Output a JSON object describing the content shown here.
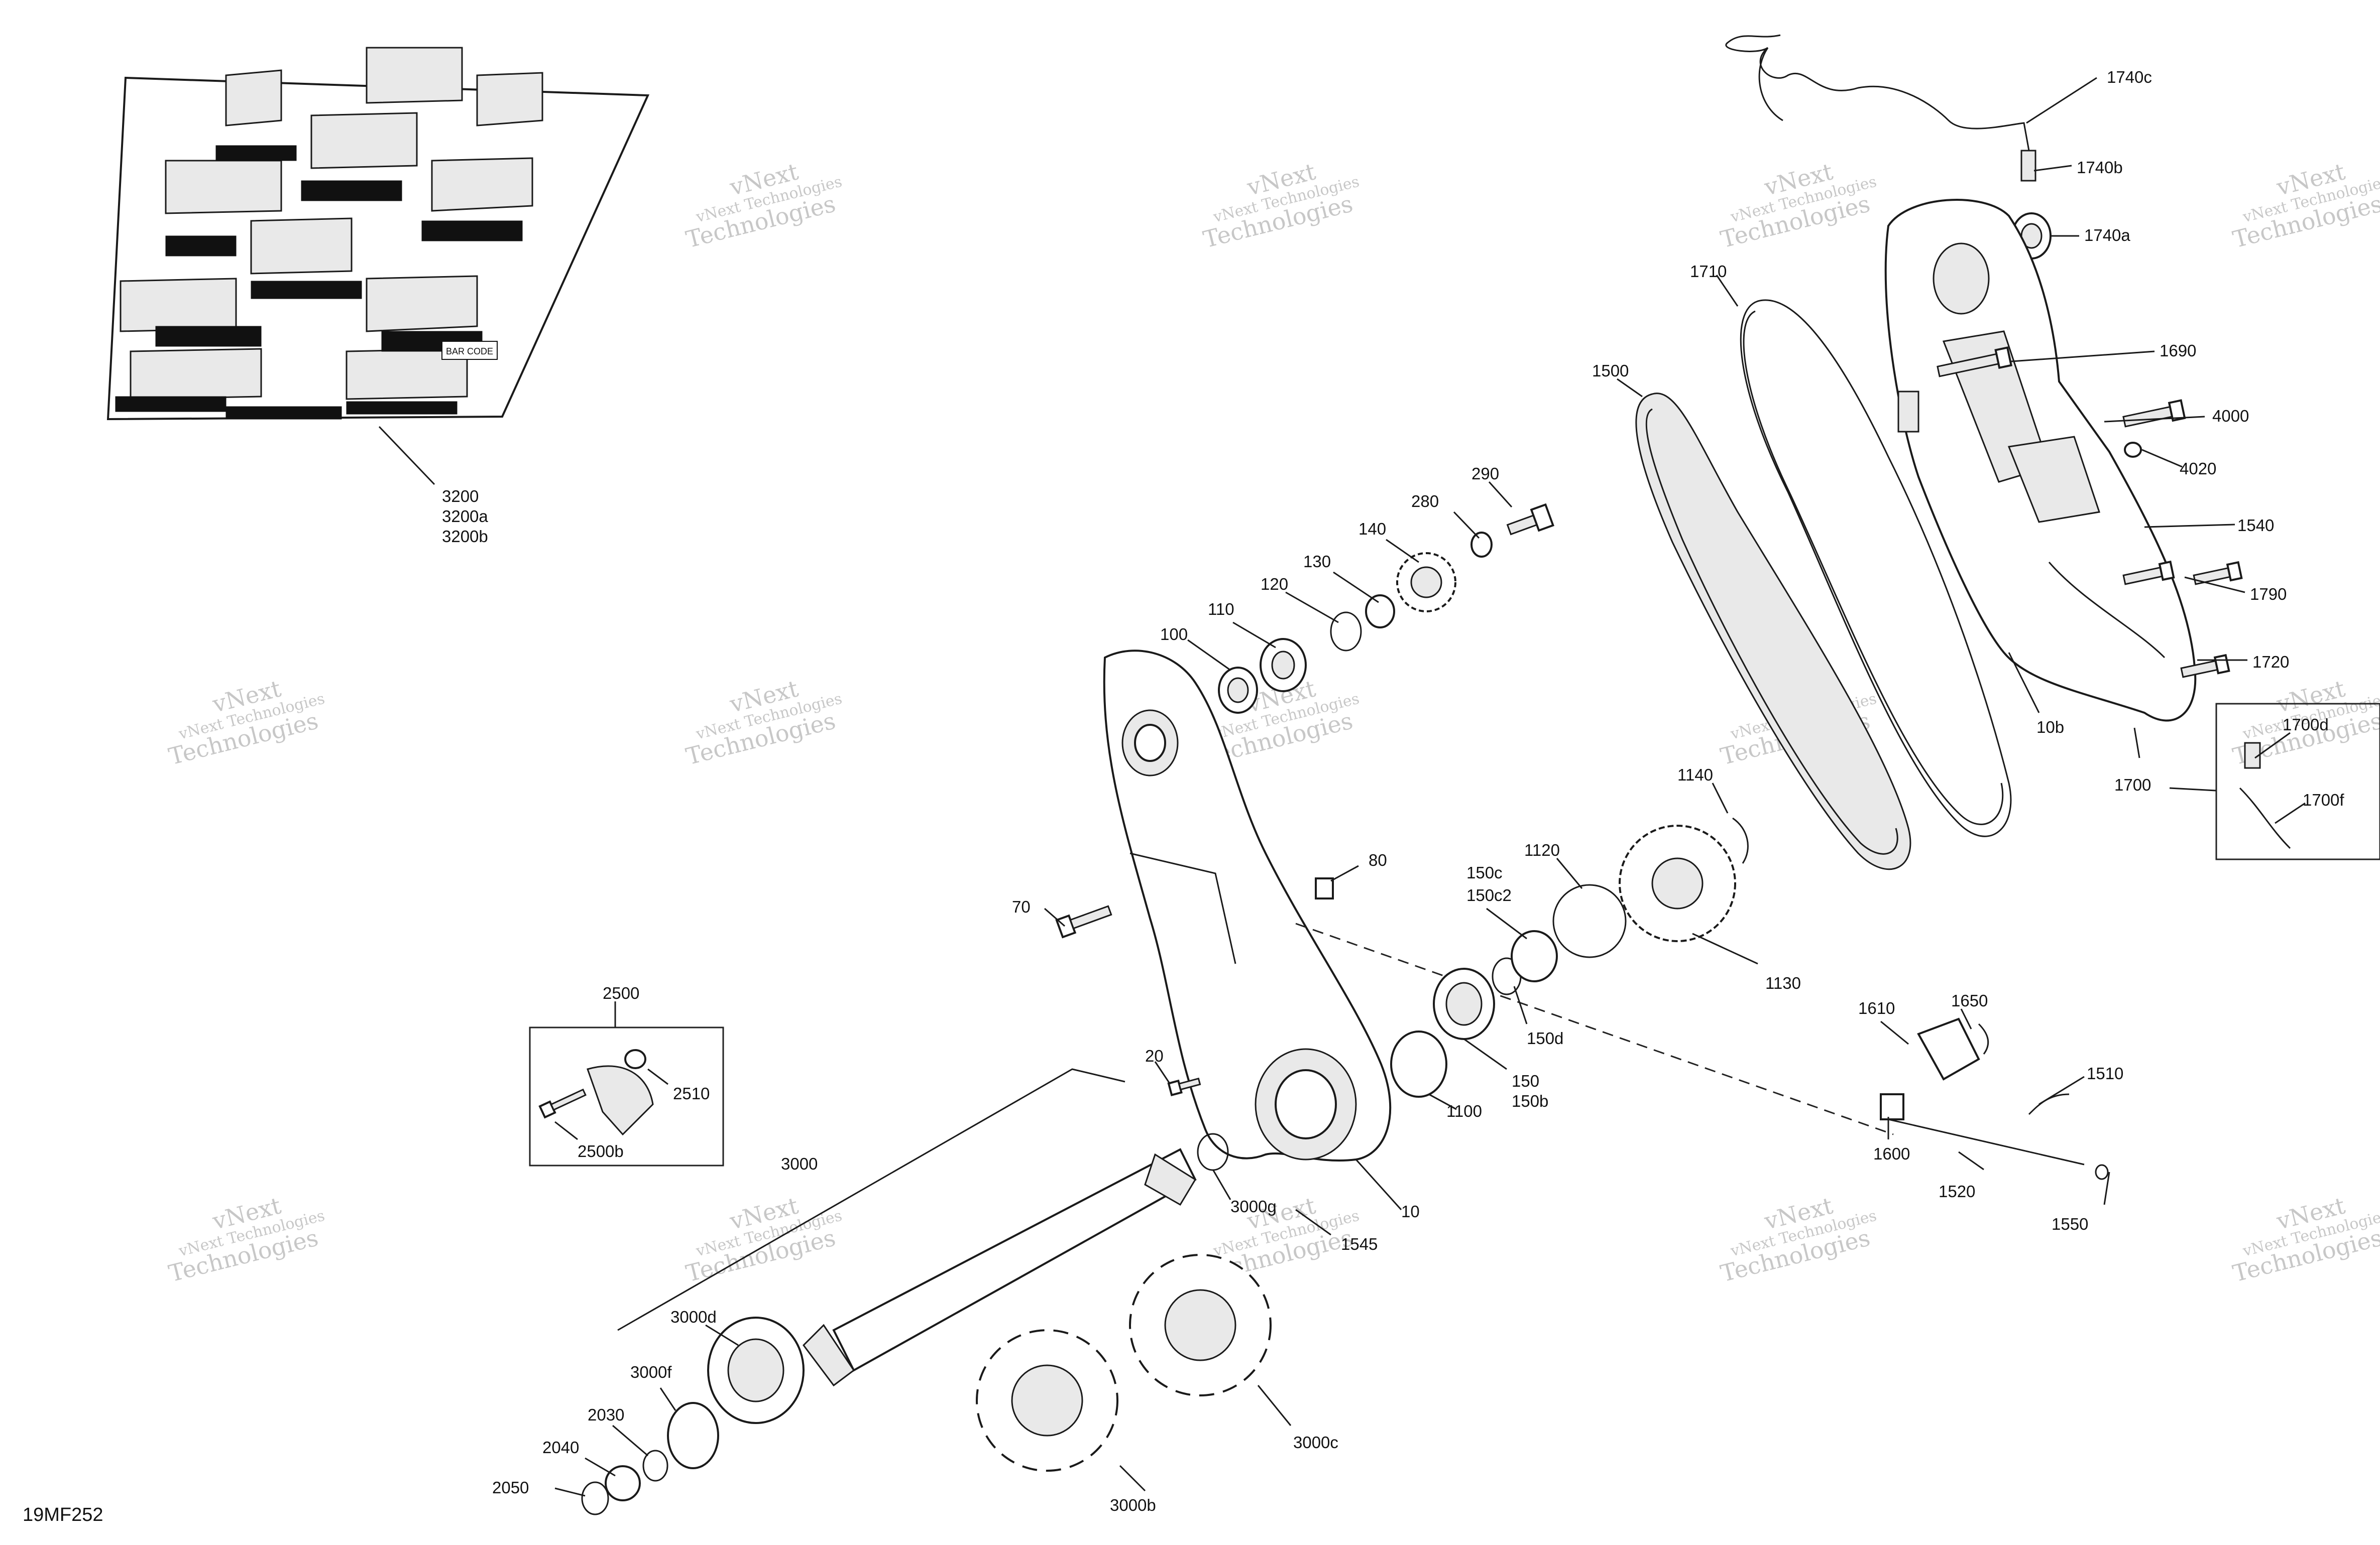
{
  "drawing_code": "19MF252",
  "watermark": {
    "line1": "vNext Technologies",
    "line2": "vNext",
    "line3": "Technologies"
  },
  "track_markings": {
    "bar_code": "BAR CODE"
  },
  "part_labels": [
    {
      "id": "l3200",
      "text": "3200"
    },
    {
      "id": "l3200a",
      "text": "3200a"
    },
    {
      "id": "l3200b",
      "text": "3200b"
    },
    {
      "id": "l1740c",
      "text": "1740c"
    },
    {
      "id": "l1740b",
      "text": "1740b"
    },
    {
      "id": "l1740a",
      "text": "1740a"
    },
    {
      "id": "l1710",
      "text": "1710"
    },
    {
      "id": "l1690",
      "text": "1690"
    },
    {
      "id": "l1500",
      "text": "1500"
    },
    {
      "id": "l4000",
      "text": "4000"
    },
    {
      "id": "l4020",
      "text": "4020"
    },
    {
      "id": "l290",
      "text": "290"
    },
    {
      "id": "l280",
      "text": "280"
    },
    {
      "id": "l140",
      "text": "140"
    },
    {
      "id": "l130",
      "text": "130"
    },
    {
      "id": "l120",
      "text": "120"
    },
    {
      "id": "l110",
      "text": "110"
    },
    {
      "id": "l100",
      "text": "100"
    },
    {
      "id": "l1540",
      "text": "1540"
    },
    {
      "id": "l1790",
      "text": "1790"
    },
    {
      "id": "l1720",
      "text": "1720"
    },
    {
      "id": "l10b",
      "text": "10b"
    },
    {
      "id": "l1700d",
      "text": "1700d"
    },
    {
      "id": "l1700",
      "text": "1700"
    },
    {
      "id": "l1700f",
      "text": "1700f"
    },
    {
      "id": "l1140",
      "text": "1140"
    },
    {
      "id": "l1120",
      "text": "1120"
    },
    {
      "id": "l150c",
      "text": "150c"
    },
    {
      "id": "l150c2",
      "text": "150c2"
    },
    {
      "id": "l80",
      "text": "80"
    },
    {
      "id": "l70",
      "text": "70"
    },
    {
      "id": "l1130",
      "text": "1130"
    },
    {
      "id": "l2500",
      "text": "2500"
    },
    {
      "id": "l2510",
      "text": "2510"
    },
    {
      "id": "l2500b",
      "text": "2500b"
    },
    {
      "id": "l1610",
      "text": "1610"
    },
    {
      "id": "l1650",
      "text": "1650"
    },
    {
      "id": "l150d",
      "text": "150d"
    },
    {
      "id": "l20",
      "text": "20"
    },
    {
      "id": "l150",
      "text": "150"
    },
    {
      "id": "l150b",
      "text": "150b"
    },
    {
      "id": "l1100",
      "text": "1100"
    },
    {
      "id": "l1510",
      "text": "1510"
    },
    {
      "id": "l1600",
      "text": "1600"
    },
    {
      "id": "l3000",
      "text": "3000"
    },
    {
      "id": "l1520",
      "text": "1520"
    },
    {
      "id": "l3000g",
      "text": "3000g"
    },
    {
      "id": "l10",
      "text": "10"
    },
    {
      "id": "l1545",
      "text": "1545"
    },
    {
      "id": "l1550",
      "text": "1550"
    },
    {
      "id": "l3000d",
      "text": "3000d"
    },
    {
      "id": "l3000f",
      "text": "3000f"
    },
    {
      "id": "l2030",
      "text": "2030"
    },
    {
      "id": "l2040",
      "text": "2040"
    },
    {
      "id": "l2050",
      "text": "2050"
    },
    {
      "id": "l3000c",
      "text": "3000c"
    },
    {
      "id": "l3000b",
      "text": "3000b"
    }
  ]
}
